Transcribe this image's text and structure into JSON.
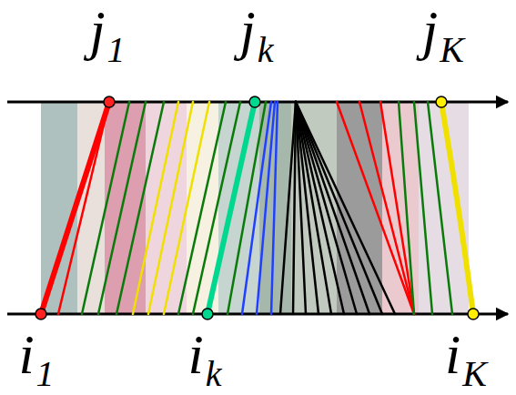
{
  "diagram": {
    "labels": [
      "j1",
      "jk",
      "jK",
      "i1",
      "ik",
      "iK"
    ]
  }
}
